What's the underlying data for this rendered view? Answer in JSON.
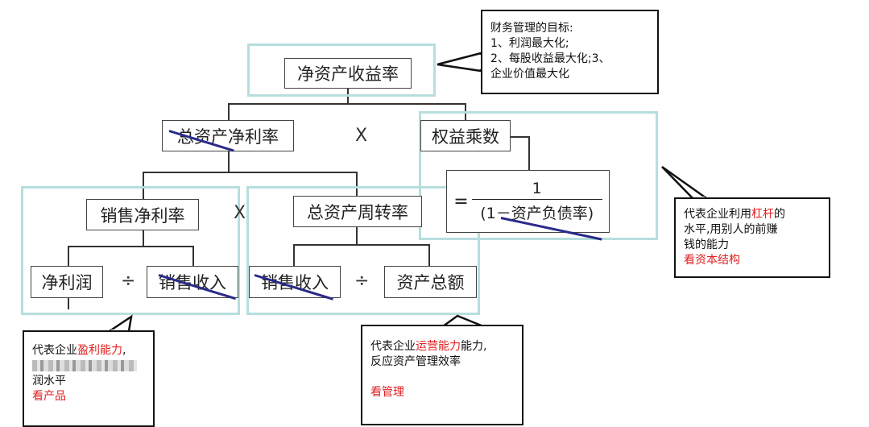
{
  "nodes": {
    "roe": "净资产收益率",
    "net_margin_on_assets": "总资产净利率",
    "equity_multiplier": "权益乘数",
    "sales_margin": "销售净利率",
    "asset_turnover": "总资产周转率",
    "net_profit": "净利润",
    "sales_income_a": "销售收入",
    "sales_income_b": "销售收入",
    "total_assets": "资产总额"
  },
  "operators": {
    "times_top": "X",
    "times_mid": "X",
    "divide_left": "÷",
    "divide_right": "÷"
  },
  "formula": {
    "eq": "=",
    "numerator": "1",
    "denominator": "(1－资产负债率)"
  },
  "callouts": {
    "goals": {
      "title": "财务管理的目标:",
      "line1": "1、利润最大化;",
      "line2": "2、每股收益最大化;3、",
      "line3": "企业价值最大化"
    },
    "leverage": {
      "pre": "代表企业利用",
      "red": "杠杆",
      "post": "的",
      "line2": "水平,用别人的前赚",
      "line3": "钱的能力",
      "line4": "看资本结构"
    },
    "profit": {
      "pre": "代表企业",
      "red": "盈利能力",
      "post": ",",
      "line3": "润水平",
      "line4": "看产品"
    },
    "operation": {
      "pre": "代表企业",
      "red": "运营能力",
      "post": "能力,",
      "line2": "反应资产管理效率",
      "line4": "看管理"
    }
  },
  "colors": {
    "frame": "#b7dede",
    "strike": "#2a2a8a",
    "highlight": "#e02020"
  }
}
